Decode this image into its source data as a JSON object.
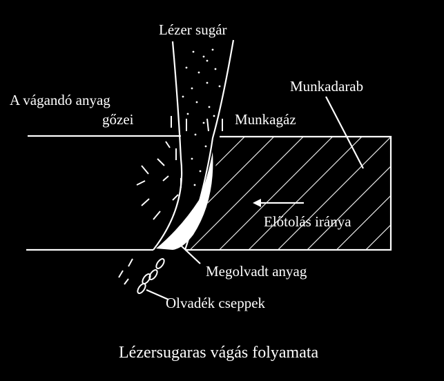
{
  "labels": {
    "laser_beam": "Lézer sugár",
    "vapors_line1": "A vágandó anyag",
    "vapors_line2": "gőzei",
    "workpiece": "Munkadarab",
    "work_gas": "Munkagáz",
    "feed_direction": "Előtolás iránya",
    "molten_material": "Megolvadt anyag",
    "melt_droplets": "Olvadék cseppek"
  },
  "caption": "Lézersugaras vágás folyamata",
  "colors": {
    "background": "#000000",
    "foreground": "#ffffff"
  }
}
